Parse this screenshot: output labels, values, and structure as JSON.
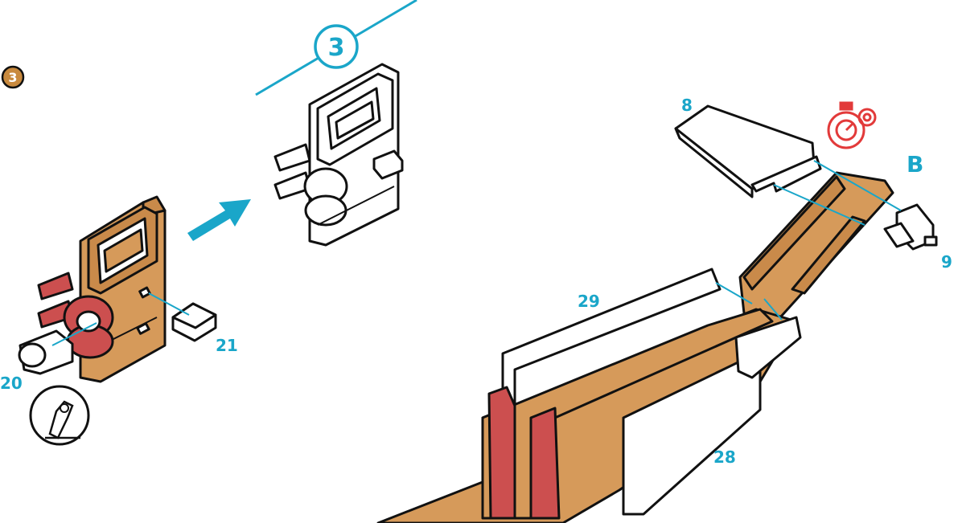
{
  "step_badge": "3",
  "step_badge_small": "3",
  "labels": {
    "part_8": "8",
    "part_9": "9",
    "part_20": "20",
    "part_21": "21",
    "part_28": "28",
    "part_29": "29",
    "section_b": "B"
  },
  "icons": {
    "timer": "stopwatch-gear-icon",
    "tool": "screwdriver-tool-icon"
  },
  "colors": {
    "accent": "#1aa6c9",
    "wood": "#d69a5a",
    "red_part": "#cc4f4f",
    "outline": "#111111",
    "timer_red": "#e23a3a",
    "small_badge": "#c98a3e"
  }
}
